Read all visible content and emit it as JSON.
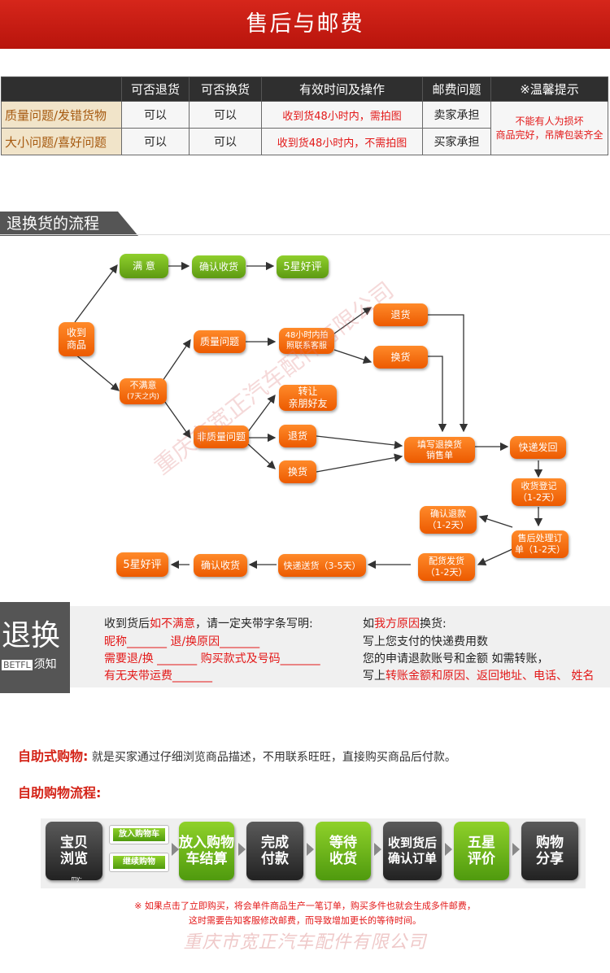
{
  "header": {
    "title": "售后与邮费"
  },
  "table": {
    "headers": [
      "",
      "可否退货",
      "可否换货",
      "有效时间及操作",
      "邮费问题",
      "※温馨提示"
    ],
    "rows": [
      {
        "label": "质量问题/发错货物",
        "return": "可以",
        "exchange": "可以",
        "time": "收到货48小时内，需拍图",
        "postage": "卖家承担"
      },
      {
        "label": "大小问题/喜好问题",
        "return": "可以",
        "exchange": "可以",
        "time": "收到货48小时内，不需拍图",
        "postage": "买家承担"
      }
    ],
    "tip_line1": "不能有人为损坏",
    "tip_line2": "商品完好，吊牌包装齐全"
  },
  "flow": {
    "section_title": "退换货的流程",
    "receive_l1": "收到",
    "receive_l2": "商品",
    "satisfied": "满 意",
    "confirm_receipt": "确认收货",
    "five_star": "5星好评",
    "unsatisfied_l1": "不满意",
    "unsatisfied_l2": "(7天之内)",
    "quality": "质量问题",
    "photo_l1": "48小时内拍",
    "photo_l2": "照联系客服",
    "return": "退货",
    "exchange": "换货",
    "transfer_l1": "转让",
    "transfer_l2": "亲朋好友",
    "non_quality": "非质量问题",
    "return2": "退货",
    "exchange2": "换货",
    "fill_form_l1": "填写退换货",
    "fill_form_l2": "销售单",
    "express_back": "快递发回",
    "register_l1": "收货登记",
    "register_l2": "（1-2天）",
    "aftersale_l1": "售后处理订",
    "aftersale_l2": "单（1-2天）",
    "confirm_refund_l1": "确认退款",
    "confirm_refund_l2": "（1-2天）",
    "ship_l1": "配货发货",
    "ship_l2": "（1-2天）",
    "courier": "快递送货（3-5天）",
    "confirm_receipt2": "确认收货",
    "five_star2": "5星好评",
    "watermark": "重庆市宽正汽车配件有限公司"
  },
  "notes": {
    "tag_big": "退换",
    "tag_en": "BETFL",
    "tag_small": "须知",
    "left_line1_a": "收到货后",
    "left_line1_b": "如不满意",
    "left_line1_c": "，请一定夹带字条写明:",
    "left_line2": "昵称_______  退/换原因_______",
    "left_line3": "需要退/换 _______  购买款式及号码_______",
    "left_line4": "有无夹带运费_______",
    "right_line1_a": "如",
    "right_line1_b": "我方原因",
    "right_line1_c": "换货:",
    "right_line2": "写上您支付的快递费用数",
    "right_line3": "您的申请退款账号和金额 如需转账，",
    "right_line4_a": "写上",
    "right_line4_b": "转账金额和原因、返回地址、电话、 姓名"
  },
  "self_service": {
    "label": "自助式购物:",
    "desc": " 就是买家通过仔细浏览商品描述，不用联系旺旺，直接购买商品后付款。",
    "process_title": "自助购物流程:",
    "steps": {
      "browse_l1": "宝贝",
      "browse_l2": "浏览",
      "url": "my-lukoutaobao.com",
      "add_cart": "放入购物车",
      "continue": "继续购物",
      "checkout_l1": "放入购物",
      "checkout_l2": "车结算",
      "pay_l1": "完成",
      "pay_l2": "付款",
      "wait_l1": "等待",
      "wait_l2": "收货",
      "confirm_l1": "收到货后",
      "confirm_l2": "确认订单",
      "rate_l1": "五星",
      "rate_l2": "评价",
      "share_l1": "购物",
      "share_l2": "分享"
    },
    "footnote1": "※ 如果点击了立即购买，将会单件商品生产一笔订单，购买多件也就会生成多件邮费，",
    "footnote2": "这时需要告知客服修改邮费，而导致增加更长的等待时间。",
    "company": "重庆市宽正汽车配件有限公司"
  }
}
